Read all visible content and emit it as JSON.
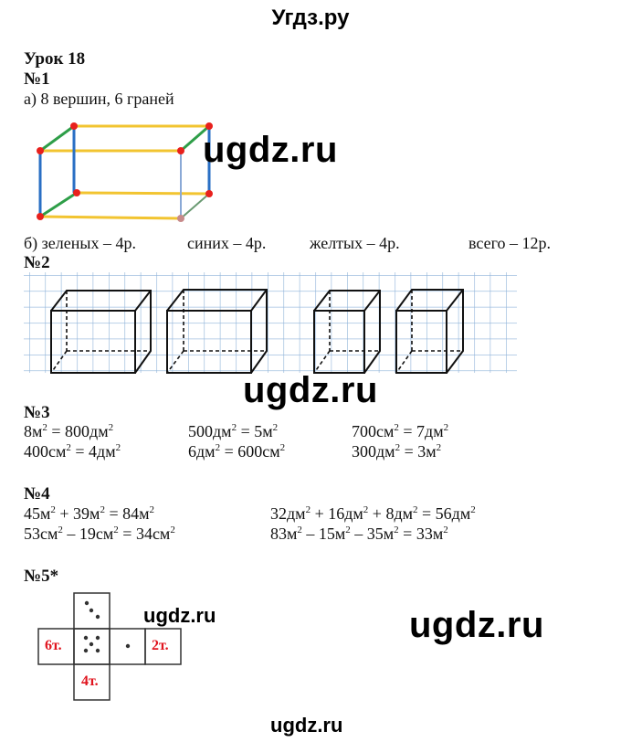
{
  "site_title": "Угдз.ру",
  "lesson_title": "Урок 18",
  "watermark": "ugdz.ru",
  "task1": {
    "label": "№1",
    "a": "а) 8 вершин, 6 граней",
    "b_items": [
      "б) зеленых – 4р.",
      "синих – 4р.",
      "желтых – 4р.",
      "всего – 12р."
    ],
    "colors": {
      "green": "#2e9e48",
      "blue": "#2a6fc4",
      "yellow": "#f2c430",
      "vertex": "#e8201c"
    }
  },
  "task2": {
    "label": "№2",
    "grid_color": "#8fb3d9"
  },
  "task3": {
    "label": "№3",
    "rows": [
      [
        {
          "a": "8м",
          "b": "800дм"
        },
        {
          "a": "500дм",
          "b": "5м"
        },
        {
          "a": "700см",
          "b": "7дм"
        }
      ],
      [
        {
          "a": "400см",
          "b": "4дм"
        },
        {
          "a": "6дм",
          "b": "600см"
        },
        {
          "a": "300дм",
          "b": "3м"
        }
      ]
    ]
  },
  "task4": {
    "label": "№4",
    "rows": [
      [
        {
          "terms": [
            "45м",
            "39м"
          ],
          "ops": [
            "+"
          ],
          "result": "84м"
        },
        {
          "terms": [
            "32дм",
            "16дм",
            "8дм"
          ],
          "ops": [
            "+",
            "+"
          ],
          "result": "56дм"
        }
      ],
      [
        {
          "terms": [
            "53см",
            "19см"
          ],
          "ops": [
            "–"
          ],
          "result": "34см"
        },
        {
          "terms": [
            "83м",
            "15м",
            "35м"
          ],
          "ops": [
            "–",
            "–"
          ],
          "result": "33м"
        }
      ]
    ]
  },
  "task5": {
    "label": "№5*",
    "faces": {
      "left": "6т.",
      "right": "2т.",
      "bottom": "4т."
    },
    "label_color": "#e0141e"
  }
}
